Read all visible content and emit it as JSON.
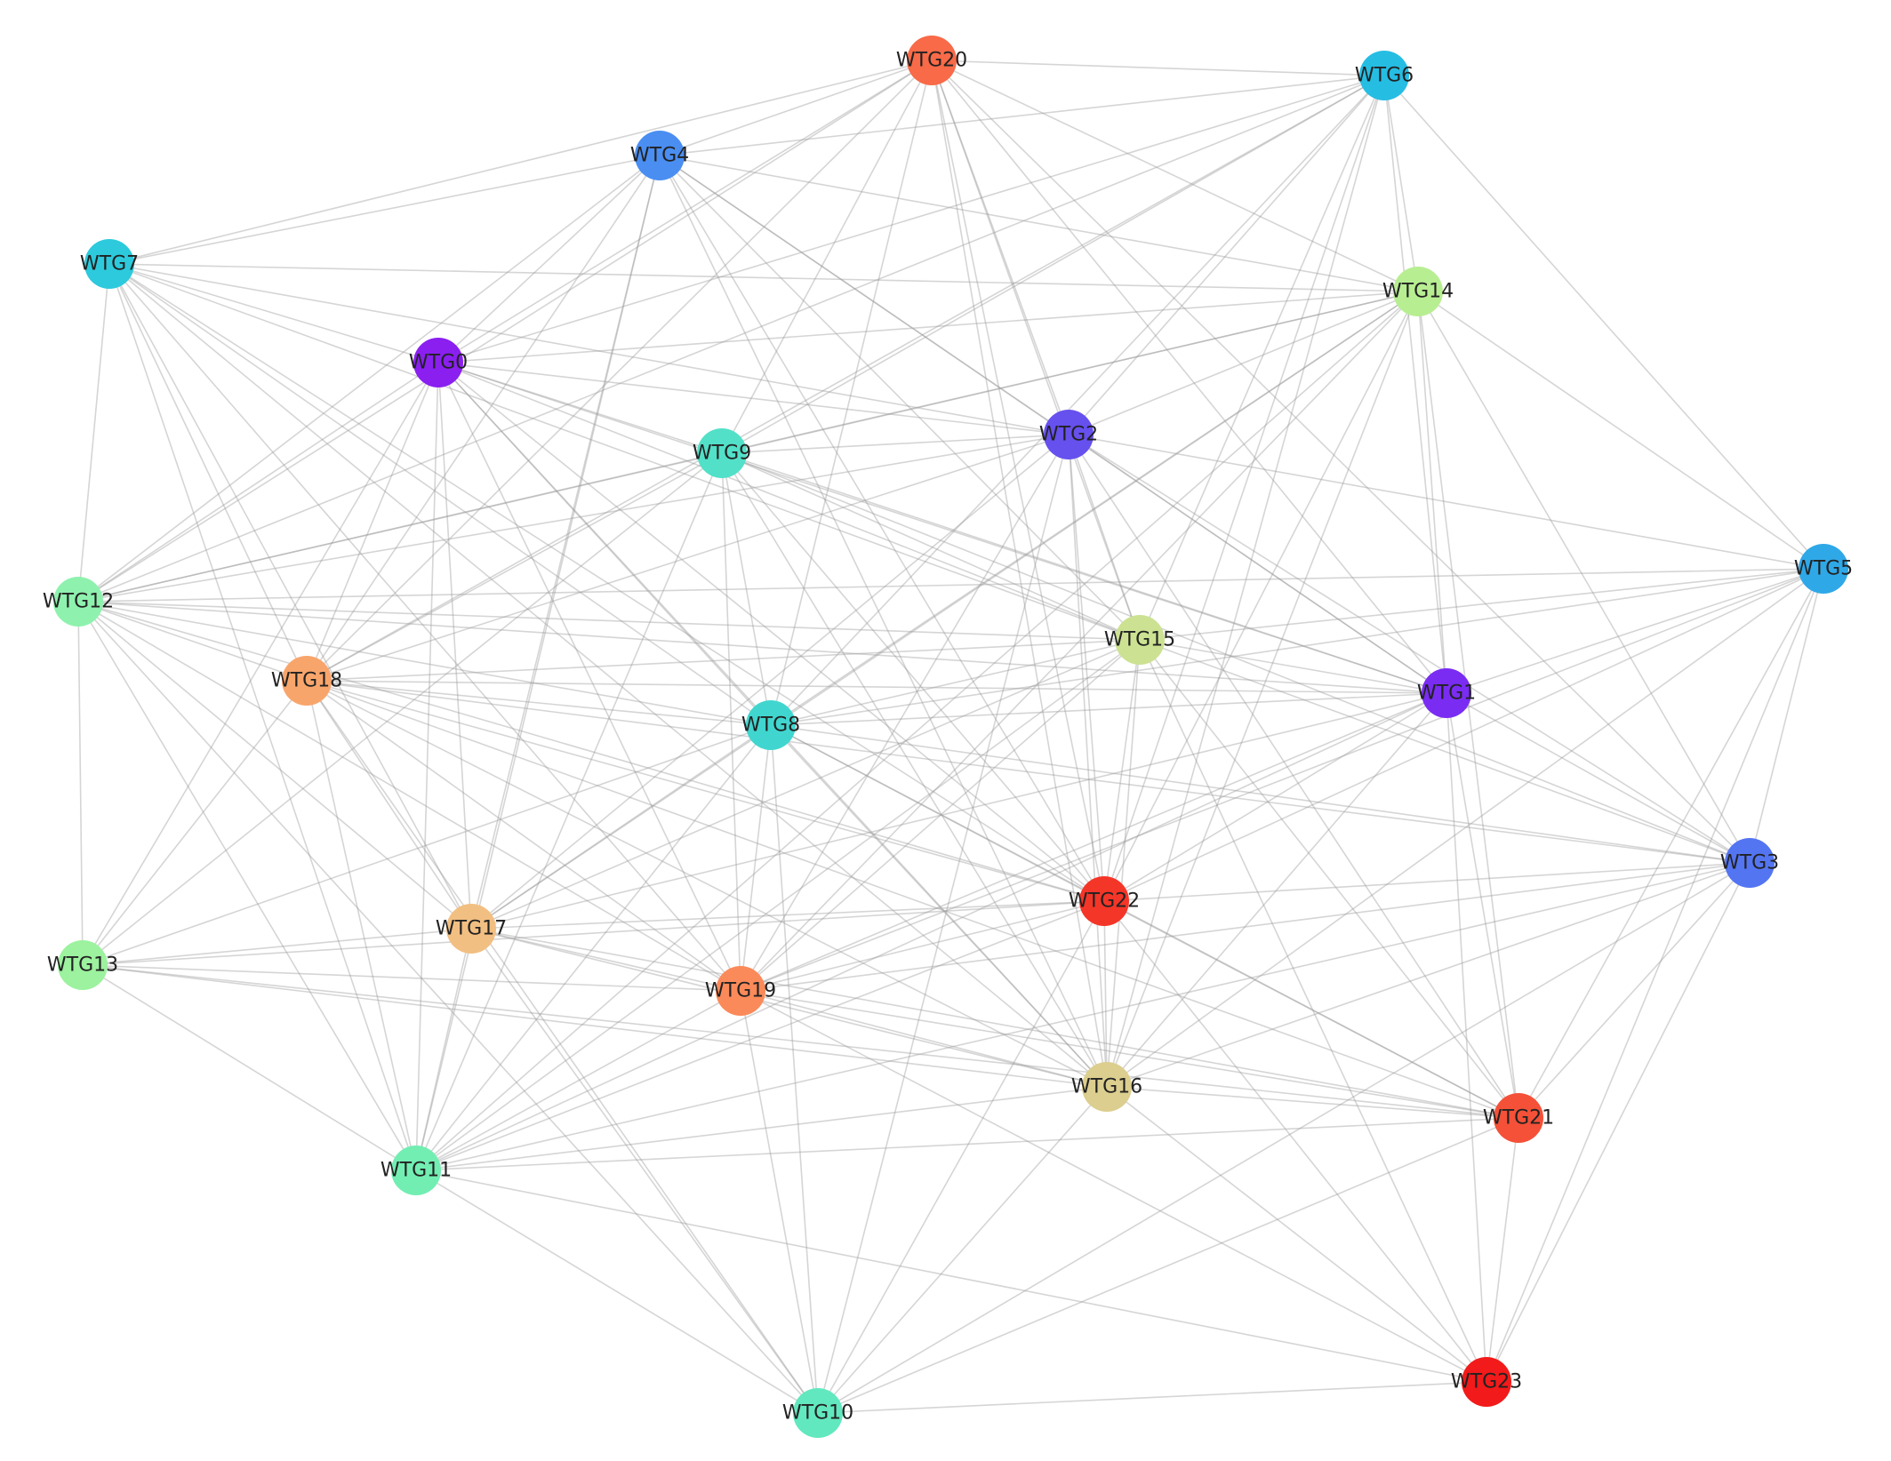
{
  "nodes": [
    {
      "id": "WTG0",
      "label": "WTG0",
      "color": "#8a1ff0"
    },
    {
      "id": "WTG1",
      "label": "WTG1",
      "color": "#7a2cf2"
    },
    {
      "id": "WTG2",
      "label": "WTG2",
      "color": "#6650ee"
    },
    {
      "id": "WTG3",
      "label": "WTG3",
      "color": "#5475f2"
    },
    {
      "id": "WTG4",
      "label": "WTG4",
      "color": "#4a8ef2"
    },
    {
      "id": "WTG5",
      "label": "WTG5",
      "color": "#2fa8e8"
    },
    {
      "id": "WTG6",
      "label": "WTG6",
      "color": "#26bde3"
    },
    {
      "id": "WTG7",
      "label": "WTG7",
      "color": "#2ccadc"
    },
    {
      "id": "WTG8",
      "label": "WTG8",
      "color": "#40d6cf"
    },
    {
      "id": "WTG9",
      "label": "WTG9",
      "color": "#52e0c8"
    },
    {
      "id": "WTG10",
      "label": "WTG10",
      "color": "#62e8be"
    },
    {
      "id": "WTG11",
      "label": "WTG11",
      "color": "#72eeb2"
    },
    {
      "id": "WTG12",
      "label": "WTG12",
      "color": "#8ef2ae"
    },
    {
      "id": "WTG13",
      "label": "WTG13",
      "color": "#9cf29e"
    },
    {
      "id": "WTG14",
      "label": "WTG14",
      "color": "#b8ee92"
    },
    {
      "id": "WTG15",
      "label": "WTG15",
      "color": "#cce292"
    },
    {
      "id": "WTG16",
      "label": "WTG16",
      "color": "#dcce8e"
    },
    {
      "id": "WTG17",
      "label": "WTG17",
      "color": "#f2bf82"
    },
    {
      "id": "WTG18",
      "label": "WTG18",
      "color": "#f8a56c"
    },
    {
      "id": "WTG19",
      "label": "WTG19",
      "color": "#fb8a5a"
    },
    {
      "id": "WTG20",
      "label": "WTG20",
      "color": "#f86a48"
    },
    {
      "id": "WTG21",
      "label": "WTG21",
      "color": "#f45138"
    },
    {
      "id": "WTG22",
      "label": "WTG22",
      "color": "#f43628"
    },
    {
      "id": "WTG23",
      "label": "WTG23",
      "color": "#f21a1a"
    }
  ],
  "edges": [
    [
      "WTG20",
      "WTG6"
    ],
    [
      "WTG20",
      "WTG4"
    ],
    [
      "WTG20",
      "WTG7"
    ],
    [
      "WTG20",
      "WTG0"
    ],
    [
      "WTG20",
      "WTG9"
    ],
    [
      "WTG20",
      "WTG2"
    ],
    [
      "WTG20",
      "WTG14"
    ],
    [
      "WTG20",
      "WTG12"
    ],
    [
      "WTG20",
      "WTG18"
    ],
    [
      "WTG20",
      "WTG8"
    ],
    [
      "WTG20",
      "WTG15"
    ],
    [
      "WTG20",
      "WTG1"
    ],
    [
      "WTG20",
      "WTG3"
    ],
    [
      "WTG20",
      "WTG22"
    ],
    [
      "WTG20",
      "WTG16"
    ],
    [
      "WTG6",
      "WTG4"
    ],
    [
      "WTG6",
      "WTG14"
    ],
    [
      "WTG6",
      "WTG2"
    ],
    [
      "WTG6",
      "WTG9"
    ],
    [
      "WTG6",
      "WTG0"
    ],
    [
      "WTG6",
      "WTG12"
    ],
    [
      "WTG6",
      "WTG5"
    ],
    [
      "WTG6",
      "WTG1"
    ],
    [
      "WTG6",
      "WTG15"
    ],
    [
      "WTG6",
      "WTG22"
    ],
    [
      "WTG6",
      "WTG8"
    ],
    [
      "WTG6",
      "WTG18"
    ],
    [
      "WTG6",
      "WTG16"
    ],
    [
      "WTG4",
      "WTG7"
    ],
    [
      "WTG4",
      "WTG0"
    ],
    [
      "WTG4",
      "WTG2"
    ],
    [
      "WTG4",
      "WTG14"
    ],
    [
      "WTG4",
      "WTG18"
    ],
    [
      "WTG4",
      "WTG17"
    ],
    [
      "WTG4",
      "WTG15"
    ],
    [
      "WTG4",
      "WTG1"
    ],
    [
      "WTG4",
      "WTG16"
    ],
    [
      "WTG4",
      "WTG12"
    ],
    [
      "WTG4",
      "WTG11"
    ],
    [
      "WTG4",
      "WTG22"
    ],
    [
      "WTG7",
      "WTG0"
    ],
    [
      "WTG7",
      "WTG14"
    ],
    [
      "WTG7",
      "WTG2"
    ],
    [
      "WTG7",
      "WTG12"
    ],
    [
      "WTG7",
      "WTG18"
    ],
    [
      "WTG7",
      "WTG17"
    ],
    [
      "WTG7",
      "WTG19"
    ],
    [
      "WTG7",
      "WTG11"
    ],
    [
      "WTG7",
      "WTG22"
    ],
    [
      "WTG7",
      "WTG16"
    ],
    [
      "WTG7",
      "WTG15"
    ],
    [
      "WTG7",
      "WTG8"
    ],
    [
      "WTG14",
      "WTG0"
    ],
    [
      "WTG14",
      "WTG2"
    ],
    [
      "WTG14",
      "WTG9"
    ],
    [
      "WTG14",
      "WTG12"
    ],
    [
      "WTG14",
      "WTG1"
    ],
    [
      "WTG14",
      "WTG5"
    ],
    [
      "WTG14",
      "WTG3"
    ],
    [
      "WTG14",
      "WTG8"
    ],
    [
      "WTG14",
      "WTG21"
    ],
    [
      "WTG14",
      "WTG22"
    ],
    [
      "WTG14",
      "WTG16"
    ],
    [
      "WTG14",
      "WTG19"
    ],
    [
      "WTG14",
      "WTG17"
    ],
    [
      "WTG14",
      "WTG11"
    ],
    [
      "WTG0",
      "WTG9"
    ],
    [
      "WTG0",
      "WTG2"
    ],
    [
      "WTG0",
      "WTG12"
    ],
    [
      "WTG0",
      "WTG18"
    ],
    [
      "WTG0",
      "WTG8"
    ],
    [
      "WTG0",
      "WTG15"
    ],
    [
      "WTG0",
      "WTG17"
    ],
    [
      "WTG0",
      "WTG13"
    ],
    [
      "WTG0",
      "WTG11"
    ],
    [
      "WTG0",
      "WTG19"
    ],
    [
      "WTG0",
      "WTG22"
    ],
    [
      "WTG0",
      "WTG16"
    ],
    [
      "WTG0",
      "WTG1"
    ],
    [
      "WTG9",
      "WTG2"
    ],
    [
      "WTG9",
      "WTG12"
    ],
    [
      "WTG9",
      "WTG18"
    ],
    [
      "WTG9",
      "WTG8"
    ],
    [
      "WTG9",
      "WTG15"
    ],
    [
      "WTG9",
      "WTG22"
    ],
    [
      "WTG9",
      "WTG16"
    ],
    [
      "WTG9",
      "WTG19"
    ],
    [
      "WTG9",
      "WTG13"
    ],
    [
      "WTG9",
      "WTG11"
    ],
    [
      "WTG9",
      "WTG3"
    ],
    [
      "WTG9",
      "WTG1"
    ],
    [
      "WTG2",
      "WTG12"
    ],
    [
      "WTG2",
      "WTG15"
    ],
    [
      "WTG2",
      "WTG1"
    ],
    [
      "WTG2",
      "WTG22"
    ],
    [
      "WTG2",
      "WTG16"
    ],
    [
      "WTG2",
      "WTG18"
    ],
    [
      "WTG2",
      "WTG19"
    ],
    [
      "WTG2",
      "WTG17"
    ],
    [
      "WTG2",
      "WTG3"
    ],
    [
      "WTG2",
      "WTG21"
    ],
    [
      "WTG2",
      "WTG5"
    ],
    [
      "WTG2",
      "WTG10"
    ],
    [
      "WTG5",
      "WTG1"
    ],
    [
      "WTG5",
      "WTG3"
    ],
    [
      "WTG5",
      "WTG22"
    ],
    [
      "WTG5",
      "WTG21"
    ],
    [
      "WTG5",
      "WTG23"
    ],
    [
      "WTG5",
      "WTG15"
    ],
    [
      "WTG5",
      "WTG16"
    ],
    [
      "WTG5",
      "WTG19"
    ],
    [
      "WTG5",
      "WTG8"
    ],
    [
      "WTG5",
      "WTG12"
    ],
    [
      "WTG12",
      "WTG13"
    ],
    [
      "WTG12",
      "WTG18"
    ],
    [
      "WTG12",
      "WTG8"
    ],
    [
      "WTG12",
      "WTG17"
    ],
    [
      "WTG12",
      "WTG19"
    ],
    [
      "WTG12",
      "WTG11"
    ],
    [
      "WTG12",
      "WTG22"
    ],
    [
      "WTG12",
      "WTG15"
    ],
    [
      "WTG12",
      "WTG10"
    ],
    [
      "WTG12",
      "WTG1"
    ],
    [
      "WTG15",
      "WTG1"
    ],
    [
      "WTG15",
      "WTG22"
    ],
    [
      "WTG15",
      "WTG16"
    ],
    [
      "WTG15",
      "WTG19"
    ],
    [
      "WTG15",
      "WTG8"
    ],
    [
      "WTG15",
      "WTG18"
    ],
    [
      "WTG15",
      "WTG21"
    ],
    [
      "WTG15",
      "WTG23"
    ],
    [
      "WTG15",
      "WTG3"
    ],
    [
      "WTG15",
      "WTG17"
    ],
    [
      "WTG15",
      "WTG11"
    ],
    [
      "WTG18",
      "WTG8"
    ],
    [
      "WTG18",
      "WTG17"
    ],
    [
      "WTG18",
      "WTG13"
    ],
    [
      "WTG18",
      "WTG11"
    ],
    [
      "WTG18",
      "WTG19"
    ],
    [
      "WTG18",
      "WTG22"
    ],
    [
      "WTG18",
      "WTG16"
    ],
    [
      "WTG18",
      "WTG10"
    ],
    [
      "WTG18",
      "WTG1"
    ],
    [
      "WTG18",
      "WTG3"
    ],
    [
      "WTG18",
      "WTG21"
    ],
    [
      "WTG1",
      "WTG3"
    ],
    [
      "WTG1",
      "WTG22"
    ],
    [
      "WTG1",
      "WTG21"
    ],
    [
      "WTG1",
      "WTG23"
    ],
    [
      "WTG1",
      "WTG16"
    ],
    [
      "WTG1",
      "WTG19"
    ],
    [
      "WTG1",
      "WTG17"
    ],
    [
      "WTG1",
      "WTG11"
    ],
    [
      "WTG1",
      "WTG8"
    ],
    [
      "WTG8",
      "WTG22"
    ],
    [
      "WTG8",
      "WTG19"
    ],
    [
      "WTG8",
      "WTG16"
    ],
    [
      "WTG8",
      "WTG17"
    ],
    [
      "WTG8",
      "WTG13"
    ],
    [
      "WTG8",
      "WTG11"
    ],
    [
      "WTG8",
      "WTG10"
    ],
    [
      "WTG8",
      "WTG21"
    ],
    [
      "WTG8",
      "WTG3"
    ],
    [
      "WTG3",
      "WTG22"
    ],
    [
      "WTG3",
      "WTG21"
    ],
    [
      "WTG3",
      "WTG23"
    ],
    [
      "WTG3",
      "WTG16"
    ],
    [
      "WTG3",
      "WTG19"
    ],
    [
      "WTG3",
      "WTG11"
    ],
    [
      "WTG3",
      "WTG10"
    ],
    [
      "WTG22",
      "WTG17"
    ],
    [
      "WTG22",
      "WTG19"
    ],
    [
      "WTG22",
      "WTG16"
    ],
    [
      "WTG22",
      "WTG21"
    ],
    [
      "WTG22",
      "WTG23"
    ],
    [
      "WTG22",
      "WTG11"
    ],
    [
      "WTG22",
      "WTG13"
    ],
    [
      "WTG22",
      "WTG10"
    ],
    [
      "WTG13",
      "WTG17"
    ],
    [
      "WTG13",
      "WTG19"
    ],
    [
      "WTG13",
      "WTG16"
    ],
    [
      "WTG13",
      "WTG11"
    ],
    [
      "WTG13",
      "WTG21"
    ],
    [
      "WTG17",
      "WTG19"
    ],
    [
      "WTG17",
      "WTG16"
    ],
    [
      "WTG17",
      "WTG11"
    ],
    [
      "WTG17",
      "WTG10"
    ],
    [
      "WTG17",
      "WTG21"
    ],
    [
      "WTG19",
      "WTG16"
    ],
    [
      "WTG19",
      "WTG11"
    ],
    [
      "WTG19",
      "WTG10"
    ],
    [
      "WTG19",
      "WTG21"
    ],
    [
      "WTG19",
      "WTG23"
    ],
    [
      "WTG16",
      "WTG11"
    ],
    [
      "WTG16",
      "WTG10"
    ],
    [
      "WTG16",
      "WTG21"
    ],
    [
      "WTG16",
      "WTG23"
    ],
    [
      "WTG21",
      "WTG11"
    ],
    [
      "WTG21",
      "WTG10"
    ],
    [
      "WTG21",
      "WTG23"
    ],
    [
      "WTG11",
      "WTG10"
    ],
    [
      "WTG11",
      "WTG23"
    ],
    [
      "WTG10",
      "WTG23"
    ]
  ]
}
